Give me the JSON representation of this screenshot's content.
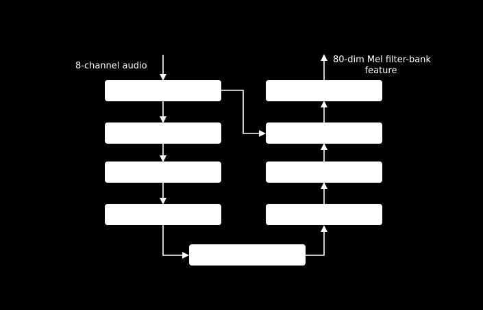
{
  "diagram": {
    "input_label": "8-channel audio",
    "output_label_line1": "80-dim Mel filter-bank",
    "output_label_line2": "feature",
    "colors": {
      "background": "#000000",
      "block": "#ffffff",
      "arrow": "#ffffff",
      "text": "#ffffff"
    },
    "blocks": [
      {
        "id": "left-block-1",
        "text": ""
      },
      {
        "id": "left-block-2",
        "text": ""
      },
      {
        "id": "left-block-3",
        "text": ""
      },
      {
        "id": "left-block-4",
        "text": ""
      },
      {
        "id": "bottom-block",
        "text": ""
      },
      {
        "id": "right-block-1",
        "text": ""
      },
      {
        "id": "right-block-2",
        "text": ""
      },
      {
        "id": "right-block-3",
        "text": ""
      },
      {
        "id": "right-block-4",
        "text": ""
      }
    ]
  }
}
